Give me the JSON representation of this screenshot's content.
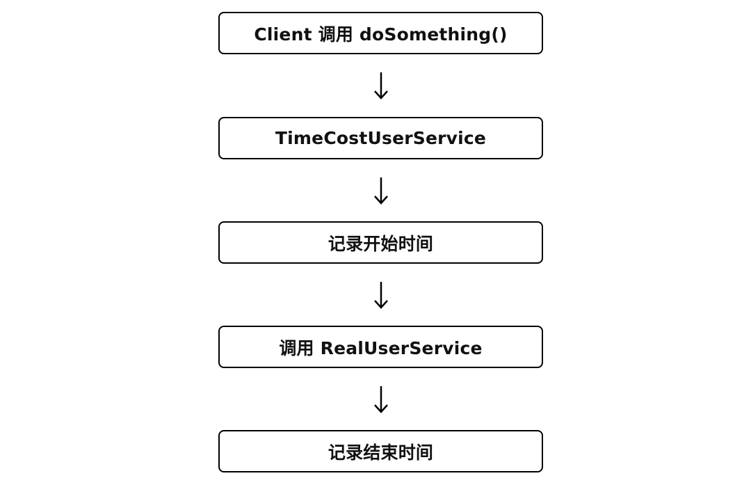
{
  "diagram": {
    "steps": [
      {
        "label": "Client 调用 doSomething()"
      },
      {
        "label": "TimeCostUserService"
      },
      {
        "label": "记录开始时间"
      },
      {
        "label": "调用 RealUserService"
      },
      {
        "label": "记录结束时间"
      }
    ],
    "colors": {
      "border": "#000000",
      "text": "#111111",
      "background": "#ffffff"
    },
    "connector_icon": "down-arrow-icon"
  }
}
